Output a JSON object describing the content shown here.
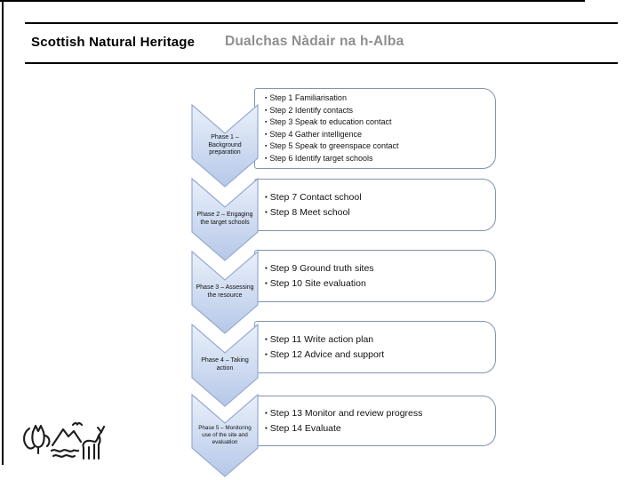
{
  "header": {
    "title": "Scottish Natural Heritage",
    "subtitle": "Dualchas Nàdair na h-Alba"
  },
  "bullet": "▪",
  "phases": [
    {
      "label": "Phase 1 – Background preparation",
      "steps": [
        "Step 1 Familiarisation",
        "Step 2 Identify contacts",
        "Step 3 Speak to education contact",
        "Step 4 Gather intelligence",
        "Step 5 Speak to greenspace contact",
        "Step 6 Identify target schools"
      ]
    },
    {
      "label": "Phase 2 – Engaging the target schools",
      "steps": [
        "Step 7 Contact school",
        "Step 8 Meet school"
      ]
    },
    {
      "label": "Phase 3 – Assessing the resource",
      "steps": [
        "Step 9 Ground truth sites",
        "Step 10 Site evaluation"
      ]
    },
    {
      "label": "Phase 4 – Taking action",
      "steps": [
        "Step 11 Write action plan",
        "Step 12 Advice and support"
      ]
    },
    {
      "label": "Phase 5 – Monitoring use of the site and evaluation",
      "steps": [
        "Step 13 Monitor and review progress",
        "Step 14 Evaluate"
      ]
    }
  ],
  "colors": {
    "chevron_fill_top": "#eaf0fa",
    "chevron_fill_bottom": "#b6c8e8",
    "chevron_border": "#94aad2",
    "box_border": "#7e95ad",
    "subtitle_gray": "#8f8f8f",
    "text": "#111111"
  },
  "icons": {
    "logo": "snh-logo-thistle-mountains-bird-deer"
  }
}
